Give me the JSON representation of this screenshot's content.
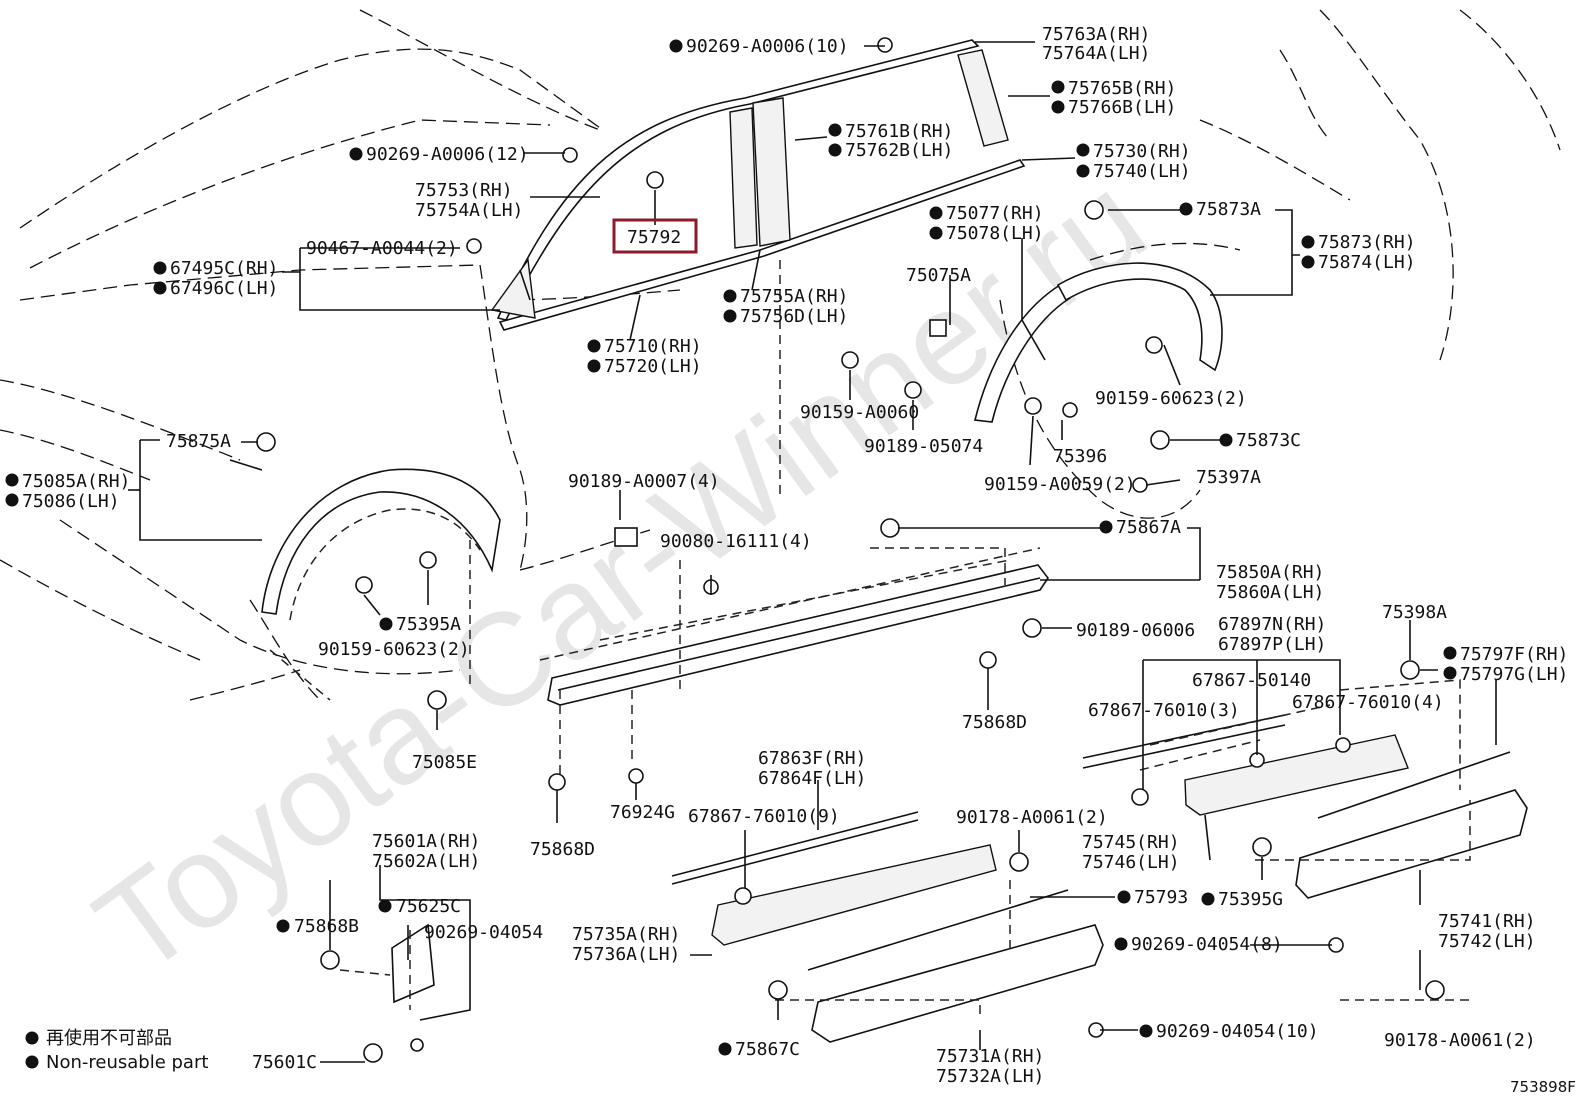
{
  "watermark": "Toyota-Car-Winner.ru",
  "drawing_code": "753898F",
  "highlighted_part": "75792",
  "legend": {
    "line_ja": "再使用不可部品",
    "line_en": "Non-reusable part"
  },
  "labels": {
    "p90269a0006_10": "90269-A0006(10)",
    "p75763a": "75763A(RH)",
    "p75764a": "75764A(LH)",
    "p75765b": "75765B(RH)",
    "p75766b": "75766B(LH)",
    "p75761b": "75761B(RH)",
    "p75762b": "75762B(LH)",
    "p75730": "75730(RH)",
    "p75740": "75740(LH)",
    "p90269a0006_12": "90269-A0006(12)",
    "p75753": "75753(RH)",
    "p75754a": "75754A(LH)",
    "p75792": "75792",
    "p75873a_top": "75873A",
    "p75077": "75077(RH)",
    "p75078": "75078(LH)",
    "p75873": "75873(RH)",
    "p75874": "75874(LH)",
    "p90467": "90467-A0044(2)",
    "p67495c": "67495C(RH)",
    "p67496c": "67496C(LH)",
    "p75075a": "75075A",
    "p75755a": "75755A(RH)",
    "p75756d": "75756D(LH)",
    "p75710": "75710(RH)",
    "p75720": "75720(LH)",
    "p90159_60623_right": "90159-60623(2)",
    "p90159a0060": "90159-A0060",
    "p75873c": "75873C",
    "p75396": "75396",
    "p90189_05074": "90189-05074",
    "p75875a": "75875A",
    "p75397a": "75397A",
    "p75085a": "75085A(RH)",
    "p75086": "75086(LH)",
    "p90159a0059": "90159-A0059(2)",
    "p90189a0007": "90189-A0007(4)",
    "p75867a": "75867A",
    "p90080": "90080-16111(4)",
    "p75850a": "75850A(RH)",
    "p75860a": "75860A(LH)",
    "p75395a": "75395A",
    "p90159_60623_left": "90159-60623(2)",
    "p90189_06006": "90189-06006",
    "p67897n": "67897N(RH)",
    "p67897p": "67897P(LH)",
    "p75398a": "75398A",
    "p75797f": "75797F(RH)",
    "p75797g": "75797G(LH)",
    "p67867_50140": "67867-50140",
    "p67867_76010_3": "67867-76010(3)",
    "p67867_76010_4": "67867-76010(4)",
    "p75868d_mid": "75868D",
    "p75085e": "75085E",
    "p67863f": "67863F(RH)",
    "p67864f": "67864F(LH)",
    "p76924g": "76924G",
    "p67867_76010_9": "67867-76010(9)",
    "p90178a0061_top": "90178-A0061(2)",
    "p75868d_left": "75868D",
    "p75745": "75745(RH)",
    "p75746": "75746(LH)",
    "p75601a": "75601A(RH)",
    "p75602a": "75602A(LH)",
    "p75793": "75793",
    "p75625c": "75625C",
    "p75868b": "75868B",
    "p75395g": "75395G",
    "p90269_04054": "90269-04054",
    "p75735a": "75735A(RH)",
    "p75736a": "75736A(LH)",
    "p75741": "75741(RH)",
    "p75742": "75742(LH)",
    "p90269_04054_8": "90269-04054(8)",
    "p75601c": "75601C",
    "p75867c": "75867C",
    "p90269_04054_10": "90269-04054(10)",
    "p90178a0061_bottom": "90178-A0061(2)",
    "p75731a": "75731A(RH)",
    "p75732a": "75732A(LH)"
  }
}
